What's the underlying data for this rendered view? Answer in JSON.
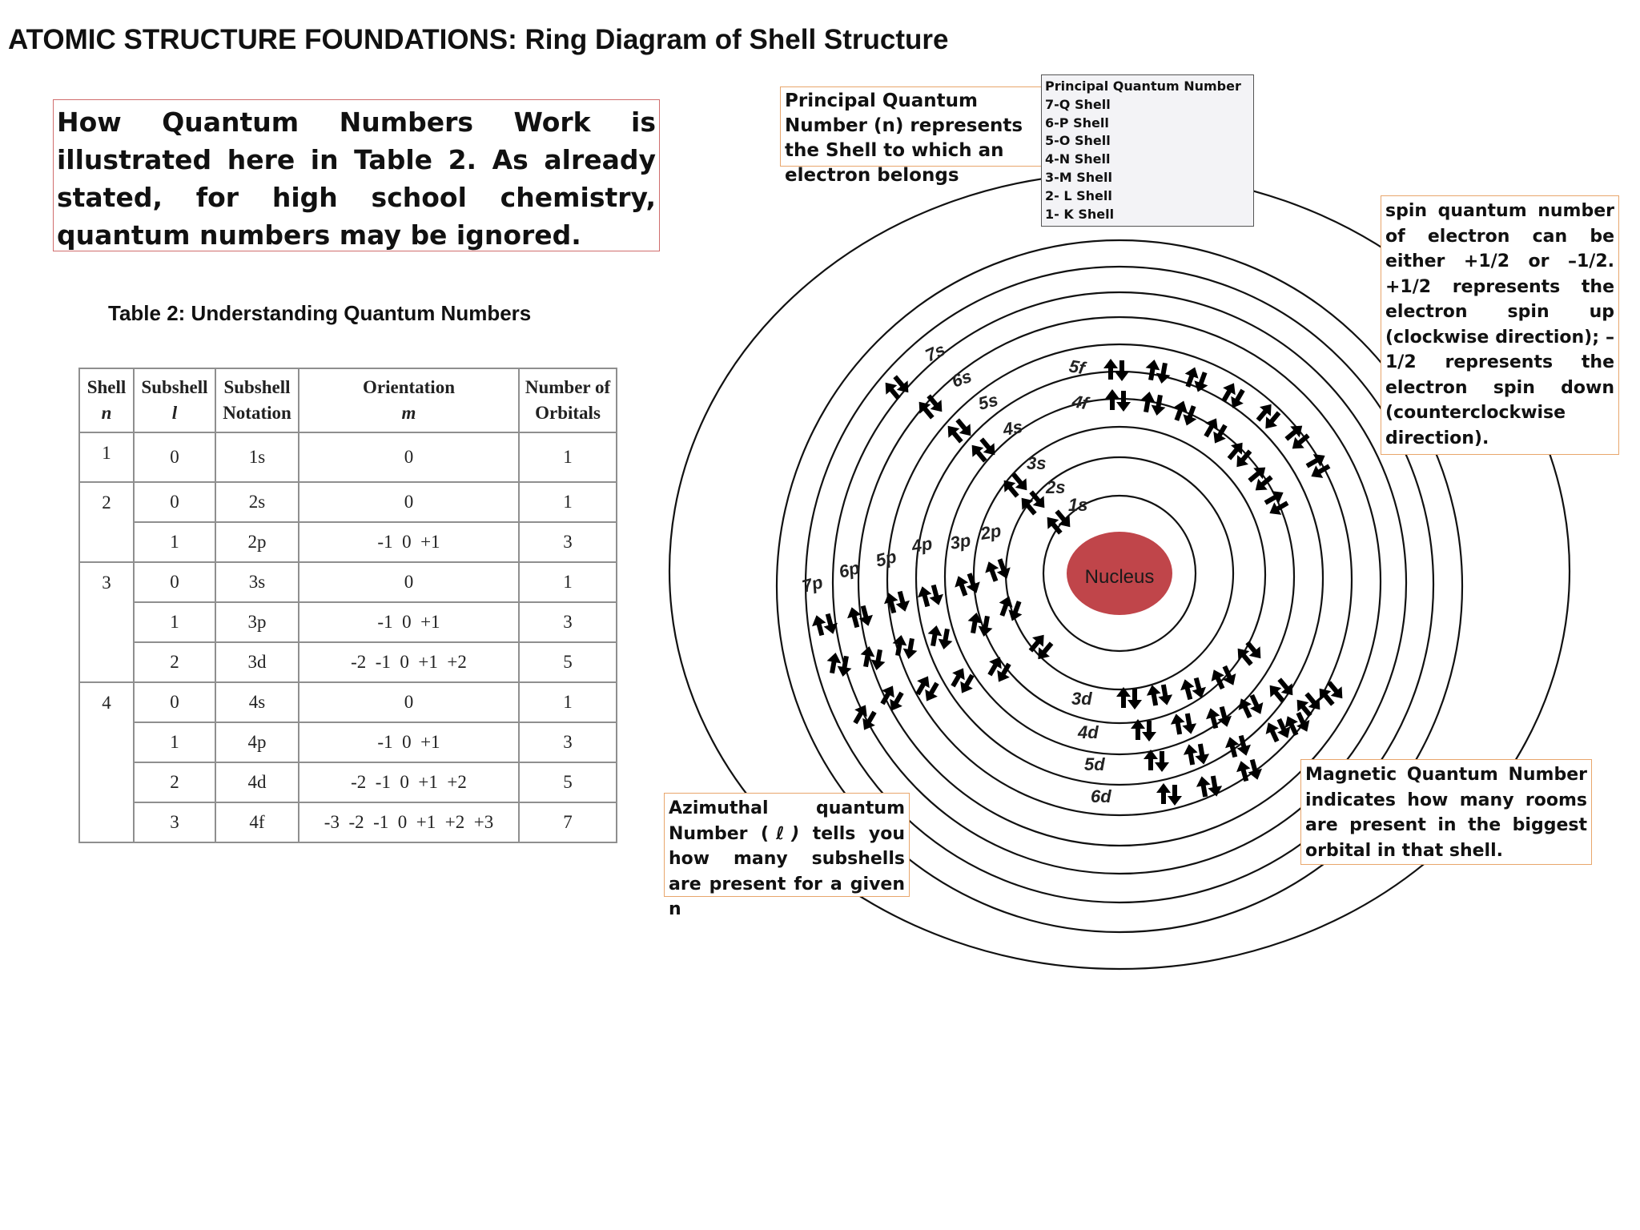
{
  "title": "ATOMIC STRUCTURE FOUNDATIONS: Ring Diagram of Shell Structure",
  "intro_text": "How Quantum Numbers Work is illustrated here in Table 2. As already stated, for high school chemistry, quantum numbers may be ignored.",
  "table": {
    "caption": "Table 2: Understanding Quantum Numbers",
    "headers": [
      {
        "line1": "Shell",
        "line2": "n"
      },
      {
        "line1": "Subshell",
        "line2": "l"
      },
      {
        "line1": "Subshell",
        "line2": "Notation"
      },
      {
        "line1": "Orientation",
        "line2": "m"
      },
      {
        "line1": "Number of",
        "line2": "Orbitals"
      }
    ],
    "rows": [
      {
        "n": "1",
        "l": "0",
        "notation": "1s",
        "m": "0",
        "orbitals": "1"
      },
      {
        "n": "2",
        "l": "0",
        "notation": "2s",
        "m": "0",
        "orbitals": "1"
      },
      {
        "n": "",
        "l": "1",
        "notation": "2p",
        "m": "-1  0  +1",
        "orbitals": "3"
      },
      {
        "n": "3",
        "l": "0",
        "notation": "3s",
        "m": "0",
        "orbitals": "1"
      },
      {
        "n": "",
        "l": "1",
        "notation": "3p",
        "m": "-1  0  +1",
        "orbitals": "3"
      },
      {
        "n": "",
        "l": "2",
        "notation": "3d",
        "m": "-2  -1  0  +1  +2",
        "orbitals": "5"
      },
      {
        "n": "4",
        "l": "0",
        "notation": "4s",
        "m": "0",
        "orbitals": "1"
      },
      {
        "n": "",
        "l": "1",
        "notation": "4p",
        "m": "-1  0  +1",
        "orbitals": "3"
      },
      {
        "n": "",
        "l": "2",
        "notation": "4d",
        "m": "-2  -1  0  +1  +2",
        "orbitals": "5"
      },
      {
        "n": "",
        "l": "3",
        "notation": "4f",
        "m": "-3  -2  -1  0  +1  +2  +3",
        "orbitals": "7"
      }
    ]
  },
  "callouts": {
    "principal": "Principal Quantum Number (n) represents the Shell to which an electron belongs",
    "spin": "spin quantum number of electron can be either +1/2 or –1/2. +1/2 represents the electron spin up (clockwise direction); –1/2 represents the electron spin down (counterclockwise direction).",
    "azimuthal_prefix": "Azimuthal quantum Number (",
    "azimuthal_symbol": "ℓ)",
    "azimuthal_suffix": " tells you how many subshells are present for a given n",
    "magnetic": "Magnetic Quantum Number indicates how many rooms are present in the biggest orbital in that shell."
  },
  "legend": {
    "title": "Principal Quantum Number",
    "items": [
      "7-Q Shell",
      "6-P Shell",
      "5-O Shell",
      "4-N Shell",
      "3-M Shell",
      "2- L Shell",
      "1- K Shell"
    ]
  },
  "diagram": {
    "nucleus_label": "Nucleus",
    "nucleus_color": "#c0454a",
    "ring_count": 11,
    "subshell_labels": [
      "1s",
      "2s",
      "3s",
      "4s",
      "5s",
      "6s",
      "7s",
      "2p",
      "3p",
      "4p",
      "5p",
      "6p",
      "7p",
      "3d",
      "4d",
      "5d",
      "6d",
      "4f",
      "5f"
    ]
  }
}
